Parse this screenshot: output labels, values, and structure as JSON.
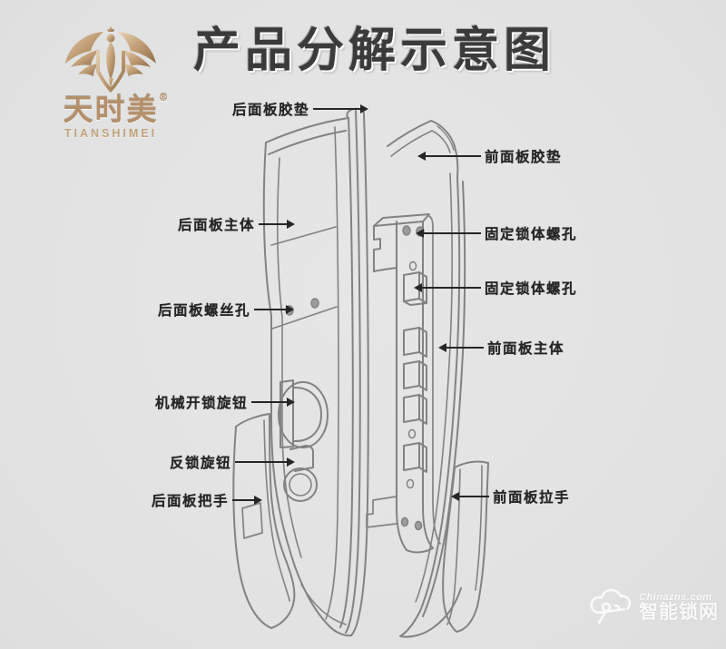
{
  "logo": {
    "brand_cn": "天时美",
    "reg_mark": "®",
    "brand_en": "TIANSHIMEI"
  },
  "title": {
    "text": "产品分解示意图"
  },
  "diagram": {
    "subject": "智能门锁分解图",
    "callouts": [
      {
        "id": "rear-panel-gasket",
        "text": "后面板胶垫",
        "arrow": "right"
      },
      {
        "id": "front-panel-gasket",
        "text": "前面板胶垫",
        "arrow": "left"
      },
      {
        "id": "rear-panel-body",
        "text": "后面板主体",
        "arrow": "right"
      },
      {
        "id": "lock-screw-hole-1",
        "text": "固定锁体螺孔",
        "arrow": "left"
      },
      {
        "id": "lock-screw-hole-2",
        "text": "固定锁体螺孔",
        "arrow": "left"
      },
      {
        "id": "rear-screw-hole",
        "text": "后面板螺丝孔",
        "arrow": "right"
      },
      {
        "id": "front-panel-body",
        "text": "前面板主体",
        "arrow": "left"
      },
      {
        "id": "mech-unlock-knob",
        "text": "机械开锁旋钮",
        "arrow": "right"
      },
      {
        "id": "deadbolt-knob",
        "text": "反锁旋钮",
        "arrow": "right"
      },
      {
        "id": "rear-panel-handle",
        "text": "后面板把手",
        "arrow": "right"
      },
      {
        "id": "front-panel-handle",
        "text": "前面板拉手",
        "arrow": "left"
      }
    ]
  },
  "watermark": {
    "site_en": "Chinazns.com",
    "site_cn": "智能锁网"
  },
  "colors": {
    "background": "#e3e3e3",
    "line_art": "#828282",
    "label_text": "#262626",
    "brand_gold": "#b3906a",
    "title_gray": "#3b3b3b"
  }
}
